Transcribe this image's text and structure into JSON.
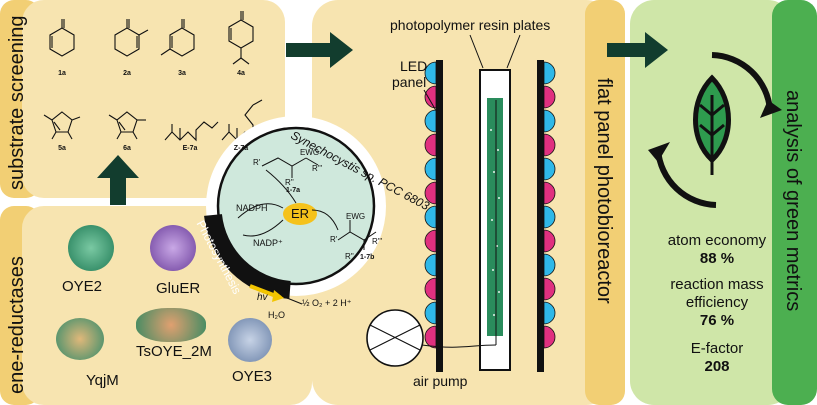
{
  "sections": {
    "substrate_screening": "substrate screening",
    "ene_reductases": "ene-reductases",
    "flat_panel": "flat panel photobioreactor",
    "green_metrics": "analysis of green metrics"
  },
  "substrates": [
    "1a",
    "2a",
    "3a",
    "4a",
    "5a",
    "6a",
    "E-7a",
    "Z-7a"
  ],
  "enzymes": [
    "OYE2",
    "GluER",
    "YqjM",
    "TsOYE_2M",
    "OYE3"
  ],
  "cell": {
    "organism": "Synechocystis sp. PCC 6803",
    "photosynthesis": "Photosynthesis",
    "er": "ER",
    "nadph": "NADPH",
    "nadp": "NADP⁺",
    "hv": "hv",
    "water": "H₂O",
    "oxygen": "½ O₂ + 2 H⁺",
    "sub_label": "1-7a",
    "prod_label": "1-7b",
    "ewg": "EWG",
    "r1": "R'",
    "r2": "R''",
    "r3": "R'''"
  },
  "reactor": {
    "resin": "photopolymer resin plates",
    "led_line1": "LED",
    "led_line2": "panel",
    "pump": "air pump"
  },
  "metrics": [
    {
      "name": "atom economy",
      "value": "88 %"
    },
    {
      "name": "reaction mass",
      "name2": "efficiency",
      "value": "76 %"
    },
    {
      "name": "E-factor",
      "value": "208"
    }
  ],
  "colors": {
    "tan": "#f7e4b0",
    "gold": "#f2cf74",
    "green_light": "#cfe6a8",
    "green_strip": "#4caf50",
    "arrow": "#123d2e",
    "cell_fill": "#cfe8dc",
    "er_fill": "#f5c21b",
    "led_pink": "#e0307f",
    "led_blue": "#2fb8e8",
    "leaf": "#2e9b4e"
  }
}
